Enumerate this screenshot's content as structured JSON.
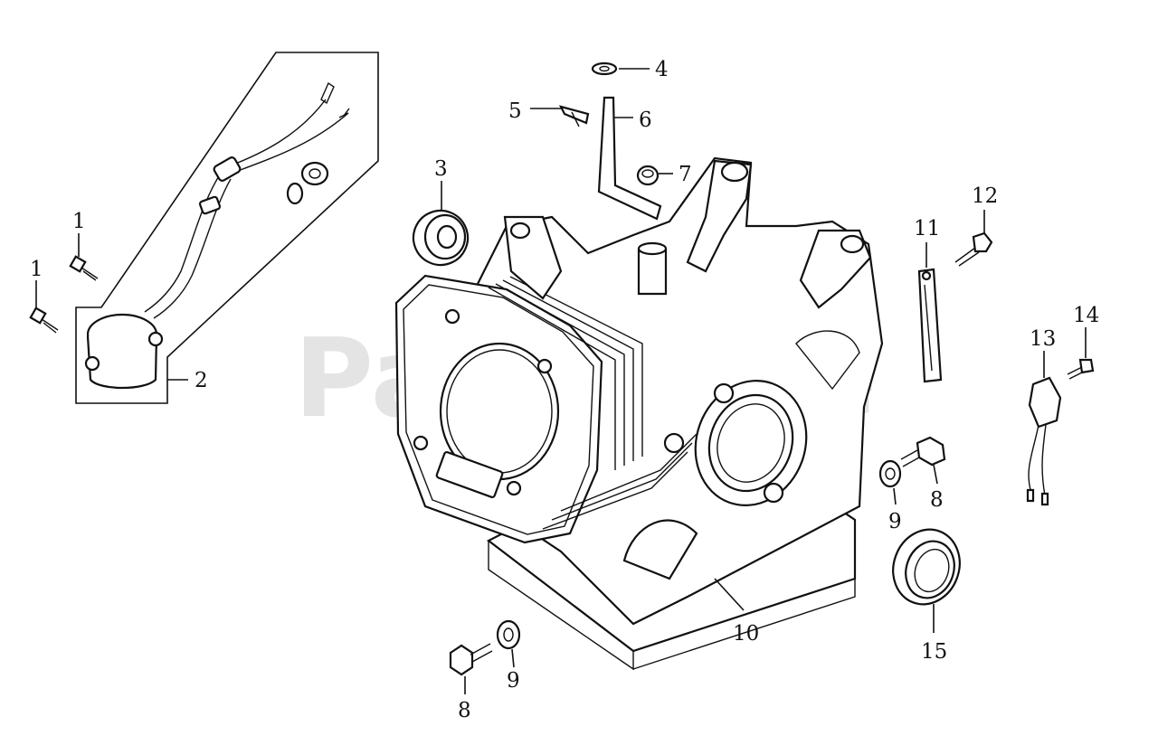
{
  "watermark": "PartsTree",
  "callouts": {
    "c1a": "1",
    "c1b": "1",
    "c2": "2",
    "c3": "3",
    "c4": "4",
    "c5": "5",
    "c6": "6",
    "c7": "7",
    "c8a": "8",
    "c8b": "8",
    "c9a": "9",
    "c9b": "9",
    "c10": "10",
    "c11": "11",
    "c12": "12",
    "c13": "13",
    "c14": "14",
    "c15": "15"
  },
  "colors": {
    "ink": "#111111",
    "watermark": "#cfcfcf"
  }
}
